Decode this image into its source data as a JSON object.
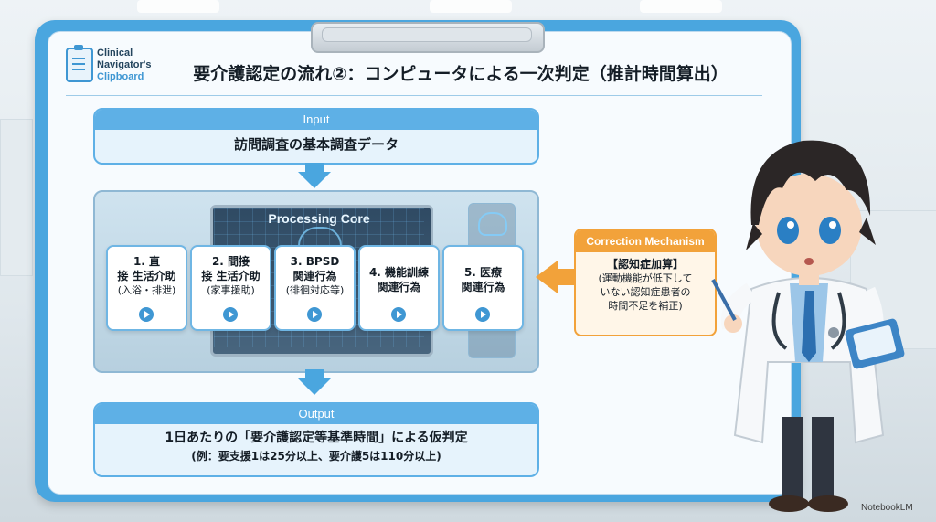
{
  "brand": {
    "line1": "Clinical",
    "line2": "Navigator's",
    "line3": "Clipboard"
  },
  "title": "要介護認定の流れ②：コンピュータによる一次判定（推計時間算出）",
  "input": {
    "label": "Input",
    "text": "訪問調査の基本調査データ"
  },
  "processing": {
    "label": "Processing Core",
    "cards": [
      {
        "line1": "1. 直",
        "line2": "接 生活介助",
        "line3": "(入浴・排泄)"
      },
      {
        "line1": "2. 間接",
        "line2": "接 生活介助",
        "line3": "(家事援助)"
      },
      {
        "line1": "3. BPSD",
        "line2": "関連行為",
        "line3": "(徘徊対応等)"
      },
      {
        "line1": "4. 機能訓練",
        "line2": "関連行為",
        "line3": ""
      },
      {
        "line1": "5. 医療",
        "line2": "関連行為",
        "line3": ""
      }
    ]
  },
  "correction": {
    "label": "Correction Mechanism",
    "heading": "【認知症加算】",
    "line1": "(運動機能が低下して",
    "line2": "いない認知症患者の",
    "line3": "時間不足を補正)"
  },
  "output": {
    "label": "Output",
    "line1": "1日あたりの「要介護認定等基準時間」による仮判定",
    "line2": "(例：要支援1は25分以上、要介護5は110分以上)"
  },
  "watermark": "NotebookLM",
  "colors": {
    "accent": "#4aa6df",
    "orange": "#f2a23a",
    "ink": "#141d26"
  }
}
